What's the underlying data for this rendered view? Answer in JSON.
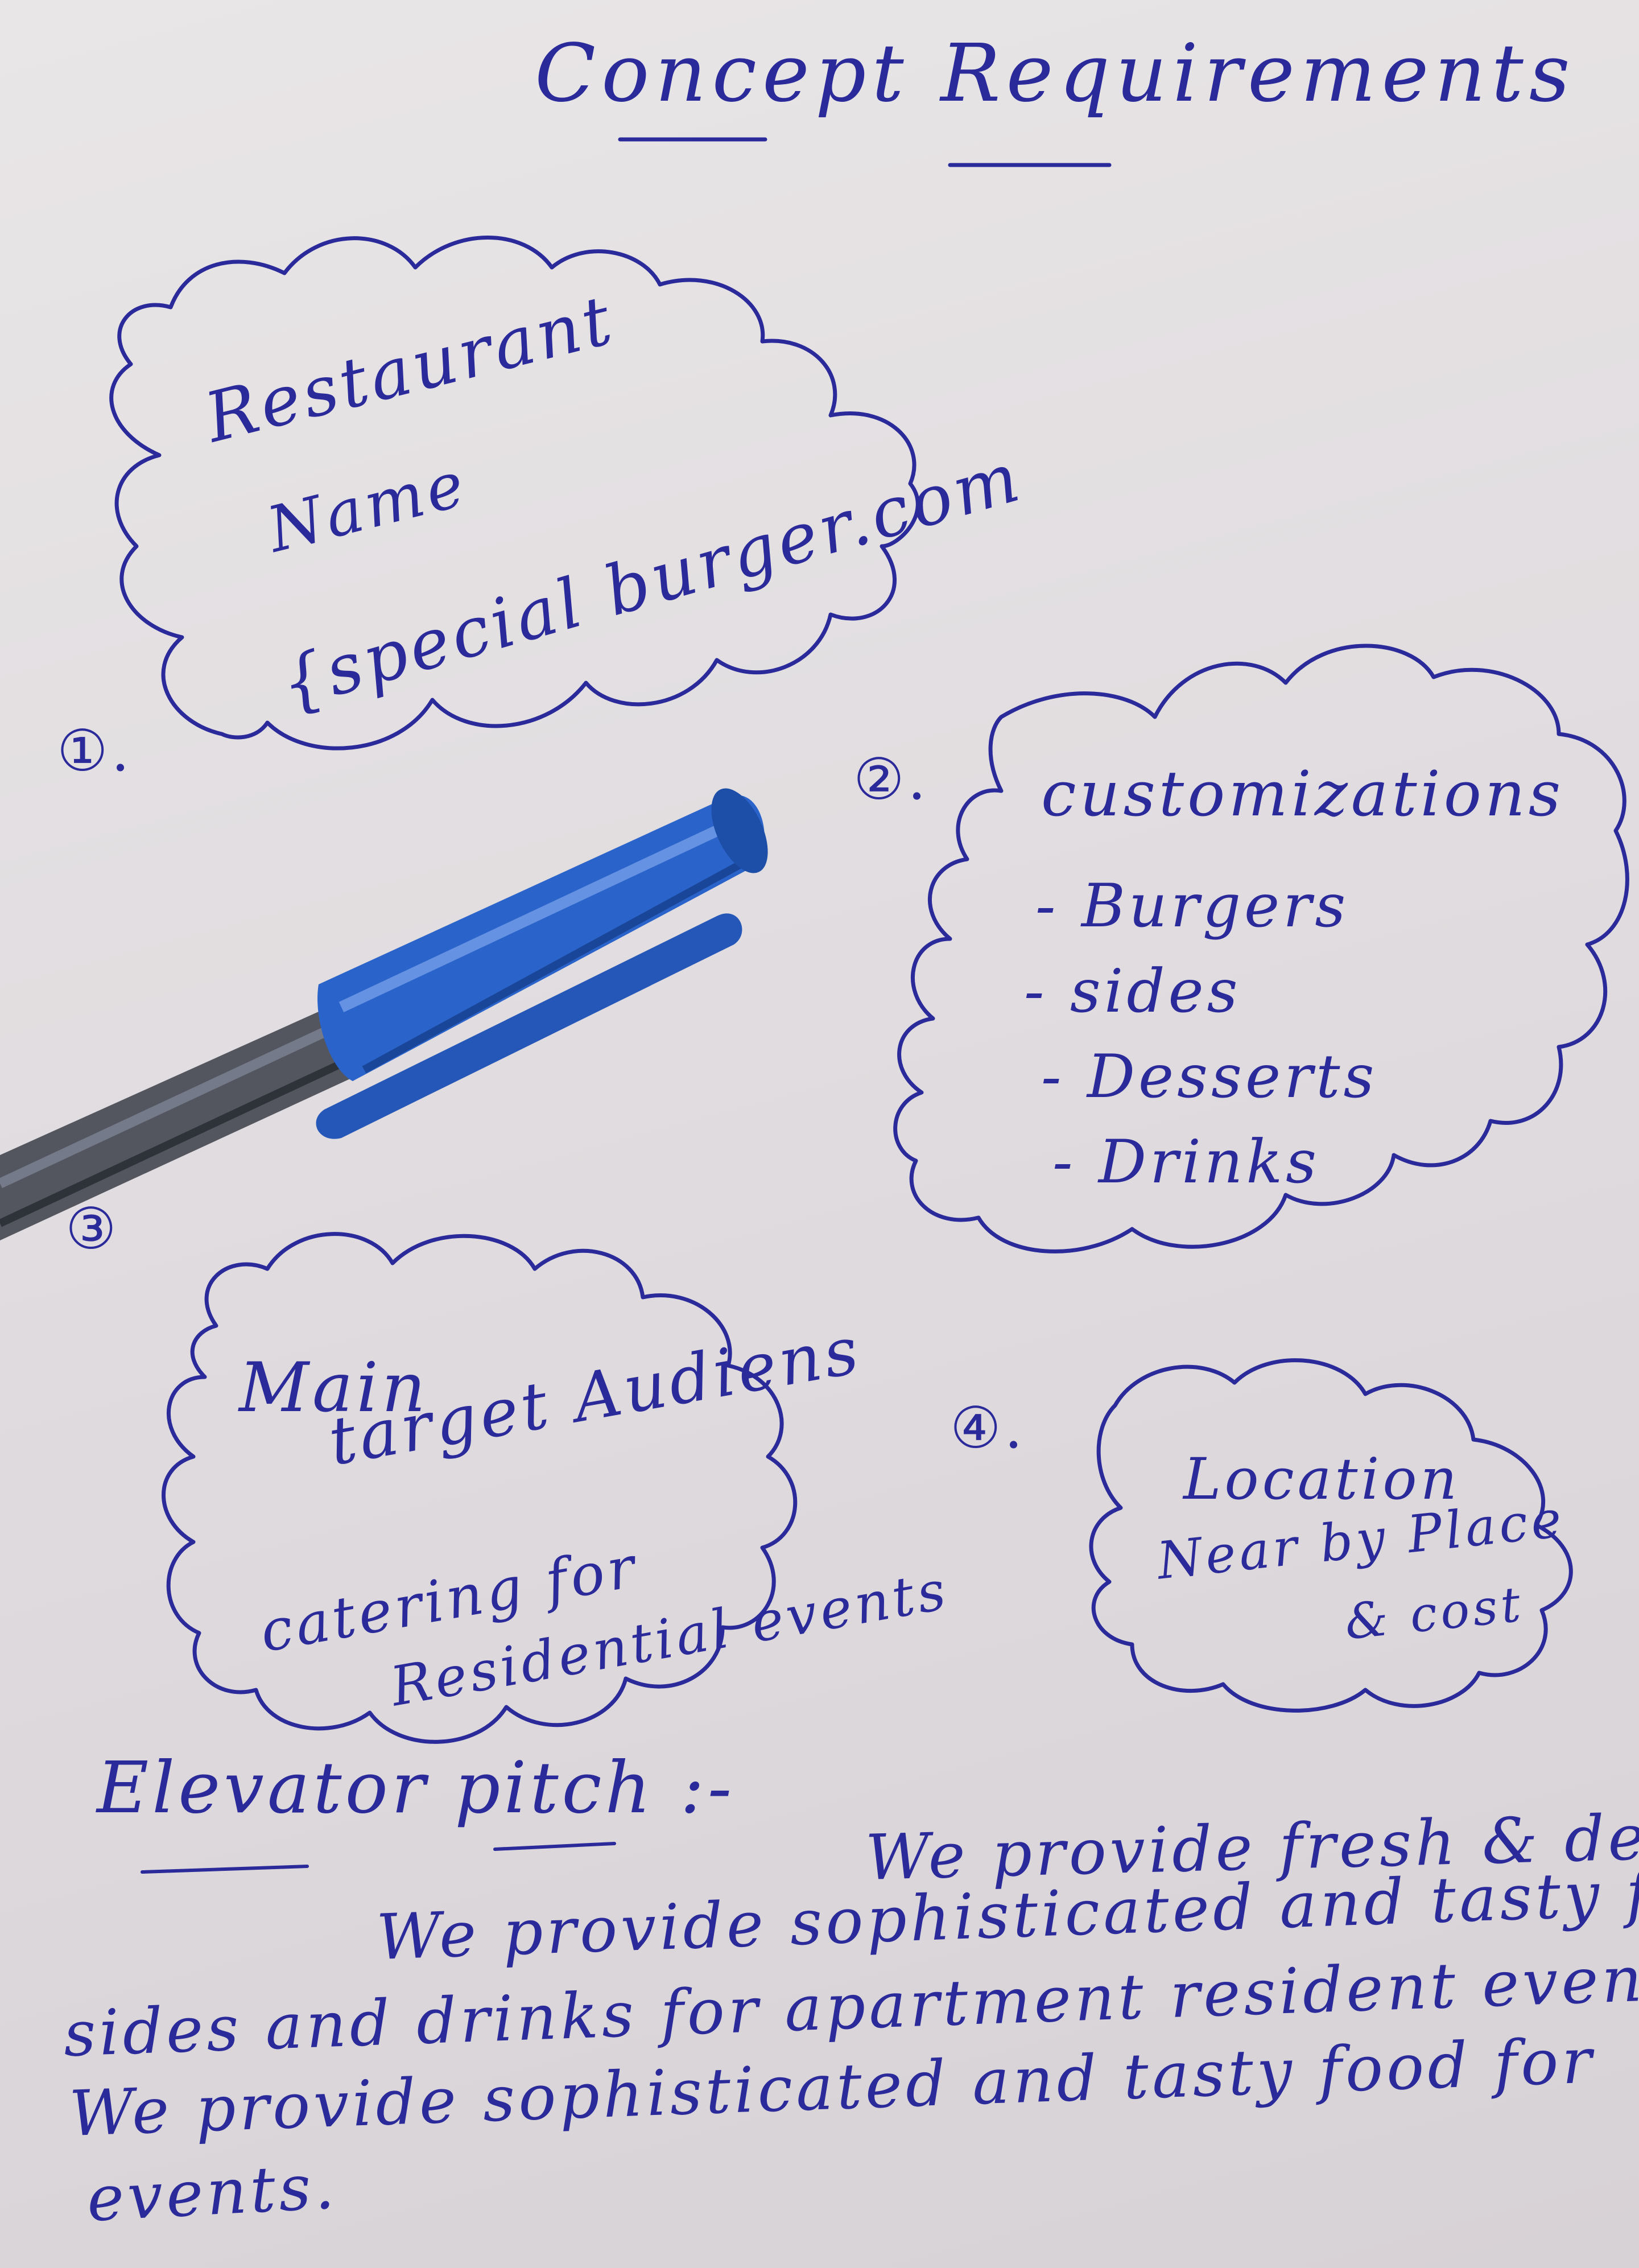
{
  "title": "Concept Requirements",
  "cloud1": {
    "number": "①.",
    "line1": "Restaurant",
    "line2": "Name",
    "line3": "{special burger.com"
  },
  "cloud2": {
    "number": "②.",
    "heading": "customizations",
    "items": [
      "- Burgers",
      "- sides",
      "- Desserts",
      "- Drinks"
    ]
  },
  "cloud3": {
    "number": "③",
    "line1": "Main",
    "line2": "target Audiens",
    "line3": "catering for",
    "line4": "Residential events"
  },
  "cloud4": {
    "number": "④.",
    "line1": "Location",
    "line2": "Near by Place",
    "line3": "& cost"
  },
  "pitch": {
    "heading": "Elevator pitch :-",
    "lines": [
      "We provide fresh & delicious burgers",
      "We provide sophisticated and tasty food for apartment resident events",
      "sides and drinks for apartment resident events.",
      "We provide sophisticated and tasty food for",
      "events."
    ]
  },
  "colors": {
    "ink": "#2b2a9a",
    "paper": "#e6e2e4",
    "pen_blue": "#2a63c9"
  }
}
